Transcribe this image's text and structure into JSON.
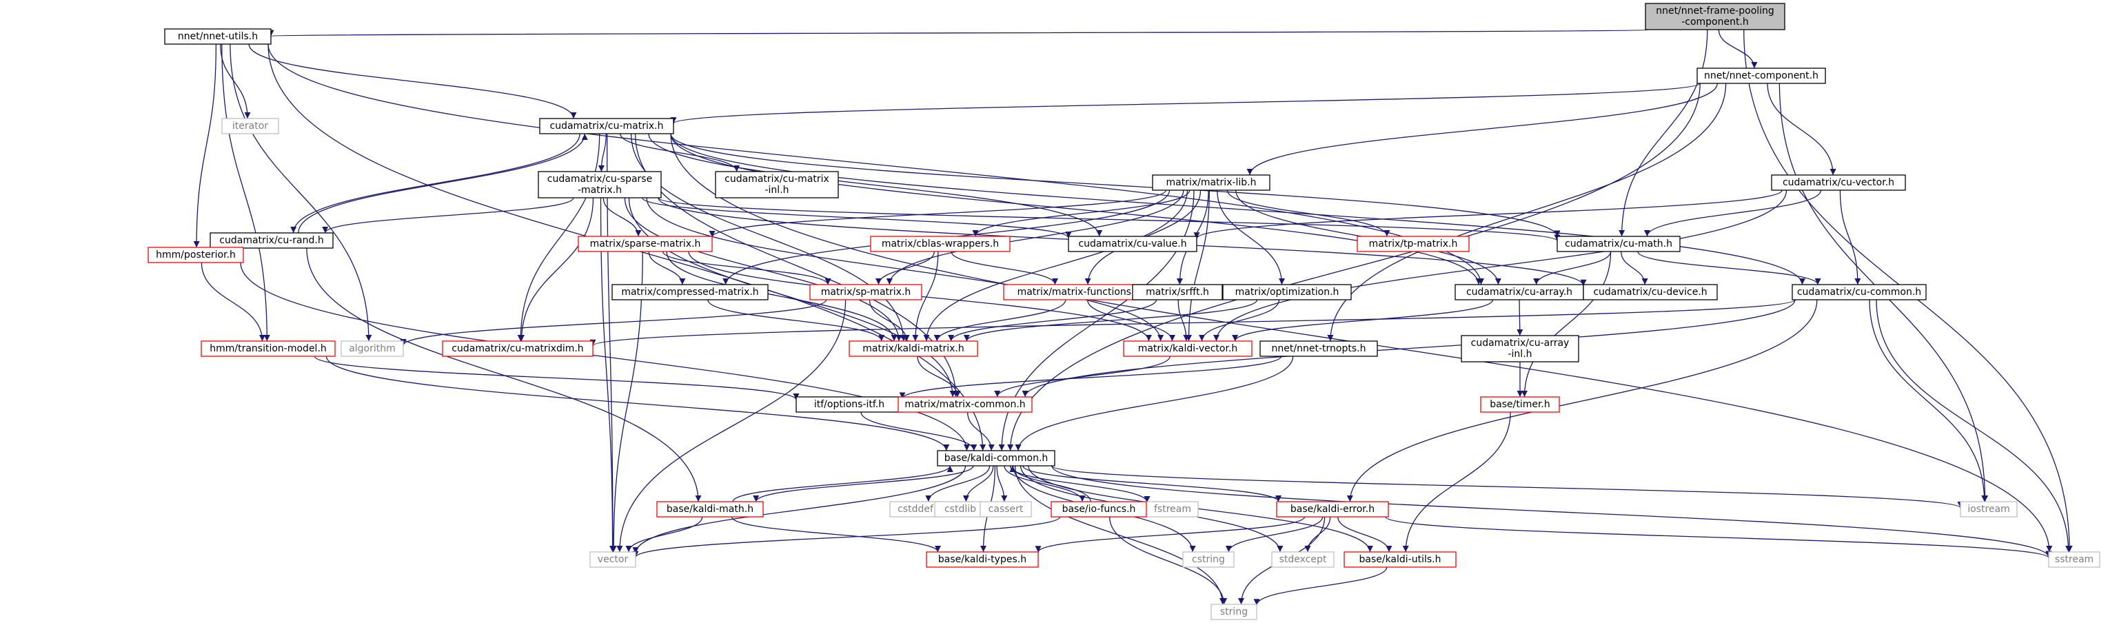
{
  "diagram": {
    "colors": {
      "edge": "#191970",
      "root_fill": "#bfbfbf",
      "root_border": "#000000",
      "plain_border": "#000000",
      "incomplete_border": "#ff0000",
      "system_border": "#bfbfbf",
      "system_text": "#7f7f7f",
      "node_fill": "#ffffff"
    },
    "nodes": [
      {
        "id": "root",
        "lines": [
          "nnet/nnet-frame-pooling",
          "-component.h"
        ],
        "style": "root"
      },
      {
        "id": "nnet_utils",
        "lines": [
          "nnet/nnet-utils.h"
        ],
        "style": "plain"
      },
      {
        "id": "nnet_component",
        "lines": [
          "nnet/nnet-component.h"
        ],
        "style": "plain"
      },
      {
        "id": "iterator",
        "lines": [
          "iterator"
        ],
        "style": "system"
      },
      {
        "id": "cu_matrix",
        "lines": [
          "cudamatrix/cu-matrix.h"
        ],
        "style": "plain"
      },
      {
        "id": "cu_sparse",
        "lines": [
          "cudamatrix/cu-sparse",
          "-matrix.h"
        ],
        "style": "plain"
      },
      {
        "id": "cu_matrix_inl",
        "lines": [
          "cudamatrix/cu-matrix",
          "-inl.h"
        ],
        "style": "plain"
      },
      {
        "id": "matrix_lib",
        "lines": [
          "matrix/matrix-lib.h"
        ],
        "style": "plain"
      },
      {
        "id": "cu_vector",
        "lines": [
          "cudamatrix/cu-vector.h"
        ],
        "style": "plain"
      },
      {
        "id": "cu_rand",
        "lines": [
          "cudamatrix/cu-rand.h"
        ],
        "style": "plain"
      },
      {
        "id": "sparse_matrix",
        "lines": [
          "matrix/sparse-matrix.h"
        ],
        "style": "incomplete"
      },
      {
        "id": "cblas",
        "lines": [
          "matrix/cblas-wrappers.h"
        ],
        "style": "incomplete"
      },
      {
        "id": "cu_value",
        "lines": [
          "cudamatrix/cu-value.h"
        ],
        "style": "plain"
      },
      {
        "id": "tp_matrix",
        "lines": [
          "matrix/tp-matrix.h"
        ],
        "style": "incomplete"
      },
      {
        "id": "cu_math",
        "lines": [
          "cudamatrix/cu-math.h"
        ],
        "style": "plain"
      },
      {
        "id": "hmm_posterior",
        "lines": [
          "hmm/posterior.h"
        ],
        "style": "incomplete"
      },
      {
        "id": "compressed",
        "lines": [
          "matrix/compressed-matrix.h"
        ],
        "style": "plain"
      },
      {
        "id": "sp_matrix",
        "lines": [
          "matrix/sp-matrix.h"
        ],
        "style": "incomplete"
      },
      {
        "id": "matrix_functions",
        "lines": [
          "matrix/matrix-functions.h"
        ],
        "style": "incomplete"
      },
      {
        "id": "srfft",
        "lines": [
          "matrix/srfft.h"
        ],
        "style": "plain"
      },
      {
        "id": "optimization",
        "lines": [
          "matrix/optimization.h"
        ],
        "style": "plain"
      },
      {
        "id": "cu_array",
        "lines": [
          "cudamatrix/cu-array.h"
        ],
        "style": "plain"
      },
      {
        "id": "cu_device",
        "lines": [
          "cudamatrix/cu-device.h"
        ],
        "style": "plain"
      },
      {
        "id": "cu_common",
        "lines": [
          "cudamatrix/cu-common.h"
        ],
        "style": "plain"
      },
      {
        "id": "transition_model",
        "lines": [
          "hmm/transition-model.h"
        ],
        "style": "incomplete"
      },
      {
        "id": "algorithm",
        "lines": [
          "algorithm"
        ],
        "style": "system"
      },
      {
        "id": "cu_matrixdim",
        "lines": [
          "cudamatrix/cu-matrixdim.h"
        ],
        "style": "incomplete"
      },
      {
        "id": "kaldi_matrix",
        "lines": [
          "matrix/kaldi-matrix.h"
        ],
        "style": "incomplete"
      },
      {
        "id": "kaldi_vector",
        "lines": [
          "matrix/kaldi-vector.h"
        ],
        "style": "incomplete"
      },
      {
        "id": "nnet_trnopts",
        "lines": [
          "nnet/nnet-trnopts.h"
        ],
        "style": "plain"
      },
      {
        "id": "cu_array_inl",
        "lines": [
          "cudamatrix/cu-array",
          "-inl.h"
        ],
        "style": "plain"
      },
      {
        "id": "itf_options",
        "lines": [
          "itf/options-itf.h"
        ],
        "style": "plain"
      },
      {
        "id": "matrix_common",
        "lines": [
          "matrix/matrix-common.h"
        ],
        "style": "incomplete"
      },
      {
        "id": "timer",
        "lines": [
          "base/timer.h"
        ],
        "style": "incomplete"
      },
      {
        "id": "kaldi_common",
        "lines": [
          "base/kaldi-common.h"
        ],
        "style": "plain"
      },
      {
        "id": "kaldi_math",
        "lines": [
          "base/kaldi-math.h"
        ],
        "style": "incomplete"
      },
      {
        "id": "cstddef",
        "lines": [
          "cstddef"
        ],
        "style": "system"
      },
      {
        "id": "cstdlib",
        "lines": [
          "cstdlib"
        ],
        "style": "system"
      },
      {
        "id": "cassert",
        "lines": [
          "cassert"
        ],
        "style": "system"
      },
      {
        "id": "io_funcs",
        "lines": [
          "base/io-funcs.h"
        ],
        "style": "incomplete"
      },
      {
        "id": "fstream",
        "lines": [
          "fstream"
        ],
        "style": "system"
      },
      {
        "id": "kaldi_error",
        "lines": [
          "base/kaldi-error.h"
        ],
        "style": "incomplete"
      },
      {
        "id": "iostream",
        "lines": [
          "iostream"
        ],
        "style": "system"
      },
      {
        "id": "vector",
        "lines": [
          "vector"
        ],
        "style": "system"
      },
      {
        "id": "kaldi_types",
        "lines": [
          "base/kaldi-types.h"
        ],
        "style": "incomplete"
      },
      {
        "id": "cstring",
        "lines": [
          "cstring"
        ],
        "style": "system"
      },
      {
        "id": "stdexcept",
        "lines": [
          "stdexcept"
        ],
        "style": "system"
      },
      {
        "id": "kaldi_utils",
        "lines": [
          "base/kaldi-utils.h"
        ],
        "style": "incomplete"
      },
      {
        "id": "sstream",
        "lines": [
          "sstream"
        ],
        "style": "system"
      },
      {
        "id": "string",
        "lines": [
          "string"
        ],
        "style": "system"
      }
    ],
    "edges": [
      [
        "root",
        "nnet_utils"
      ],
      [
        "root",
        "nnet_component"
      ],
      [
        "root",
        "cu_math"
      ],
      [
        "root",
        "sstream"
      ],
      [
        "nnet_utils",
        "iterator"
      ],
      [
        "nnet_utils",
        "cu_matrix"
      ],
      [
        "nnet_utils",
        "hmm_posterior"
      ],
      [
        "nnet_utils",
        "transition_model"
      ],
      [
        "nnet_utils",
        "algorithm"
      ],
      [
        "nnet_utils",
        "kaldi_common"
      ],
      [
        "nnet_utils",
        "cu_array"
      ],
      [
        "nnet_component",
        "cu_matrix"
      ],
      [
        "nnet_component",
        "matrix_lib"
      ],
      [
        "nnet_component",
        "cu_vector"
      ],
      [
        "nnet_component",
        "nnet_trnopts"
      ],
      [
        "nnet_component",
        "kaldi_common"
      ],
      [
        "nnet_component",
        "iostream"
      ],
      [
        "cu_matrix",
        "cu_sparse"
      ],
      [
        "cu_matrix",
        "cu_matrix_inl"
      ],
      [
        "cu_matrix",
        "cu_rand"
      ],
      [
        "cu_matrix",
        "cu_value"
      ],
      [
        "cu_matrix",
        "cu_math"
      ],
      [
        "cu_matrix",
        "cu_common"
      ],
      [
        "cu_matrix",
        "cu_matrixdim"
      ],
      [
        "cu_matrix",
        "kaldi_matrix"
      ],
      [
        "cu_matrix",
        "matrix_common"
      ],
      [
        "cu_matrix",
        "vector"
      ],
      [
        "cu_matrix",
        "sstream"
      ],
      [
        "cu_matrix",
        "cu_array"
      ],
      [
        "cu_sparse",
        "cu_rand"
      ],
      [
        "cu_sparse",
        "sparse_matrix"
      ],
      [
        "cu_sparse",
        "cu_value"
      ],
      [
        "cu_sparse",
        "cu_math"
      ],
      [
        "cu_sparse",
        "cu_matrixdim"
      ],
      [
        "cu_sparse",
        "kaldi_matrix"
      ],
      [
        "cu_sparse",
        "matrix_common"
      ],
      [
        "cu_sparse",
        "kaldi_vector"
      ],
      [
        "cu_sparse",
        "vector"
      ],
      [
        "cu_sparse",
        "cu_device"
      ],
      [
        "cu_rand",
        "cu_matrix"
      ],
      [
        "cu_rand",
        "kaldi_math"
      ],
      [
        "matrix_lib",
        "sparse_matrix"
      ],
      [
        "matrix_lib",
        "cblas"
      ],
      [
        "matrix_lib",
        "tp_matrix"
      ],
      [
        "matrix_lib",
        "compressed"
      ],
      [
        "matrix_lib",
        "sp_matrix"
      ],
      [
        "matrix_lib",
        "matrix_functions"
      ],
      [
        "matrix_lib",
        "srfft"
      ],
      [
        "matrix_lib",
        "optimization"
      ],
      [
        "matrix_lib",
        "kaldi_matrix"
      ],
      [
        "matrix_lib",
        "kaldi_vector"
      ],
      [
        "matrix_lib",
        "kaldi_common"
      ],
      [
        "matrix_lib",
        "cu_array"
      ],
      [
        "cu_vector",
        "cu_value"
      ],
      [
        "cu_vector",
        "cu_math"
      ],
      [
        "cu_vector",
        "cu_common"
      ],
      [
        "cu_vector",
        "kaldi_vector"
      ],
      [
        "sparse_matrix",
        "compressed"
      ],
      [
        "sparse_matrix",
        "sp_matrix"
      ],
      [
        "sparse_matrix",
        "kaldi_matrix"
      ],
      [
        "sparse_matrix",
        "kaldi_vector"
      ],
      [
        "sparse_matrix",
        "vector"
      ],
      [
        "cblas",
        "sp_matrix"
      ],
      [
        "cblas",
        "matrix_functions"
      ],
      [
        "cblas",
        "kaldi_matrix"
      ],
      [
        "cu_math",
        "cu_array"
      ],
      [
        "cu_math",
        "cu_device"
      ],
      [
        "cu_math",
        "cu_common"
      ],
      [
        "cu_math",
        "timer"
      ],
      [
        "hmm_posterior",
        "transition_model"
      ],
      [
        "hmm_posterior",
        "kaldi_common"
      ],
      [
        "compressed",
        "kaldi_matrix"
      ],
      [
        "sp_matrix",
        "kaldi_matrix"
      ],
      [
        "sp_matrix",
        "algorithm"
      ],
      [
        "sp_matrix",
        "vector"
      ],
      [
        "matrix_functions",
        "kaldi_matrix"
      ],
      [
        "matrix_functions",
        "kaldi_vector"
      ],
      [
        "srfft",
        "kaldi_matrix"
      ],
      [
        "srfft",
        "kaldi_vector"
      ],
      [
        "optimization",
        "kaldi_matrix"
      ],
      [
        "optimization",
        "kaldi_vector"
      ],
      [
        "cu_array",
        "cu_array_inl"
      ],
      [
        "cu_array",
        "kaldi_vector"
      ],
      [
        "cu_common",
        "cu_matrixdim"
      ],
      [
        "cu_common",
        "kaldi_error"
      ],
      [
        "cu_common",
        "iostream"
      ],
      [
        "cu_common",
        "sstream"
      ],
      [
        "cu_common",
        "matrix_common"
      ],
      [
        "transition_model",
        "itf_options"
      ],
      [
        "transition_model",
        "kaldi_common"
      ],
      [
        "kaldi_matrix",
        "matrix_common"
      ],
      [
        "kaldi_vector",
        "matrix_common"
      ],
      [
        "nnet_trnopts",
        "itf_options"
      ],
      [
        "nnet_trnopts",
        "kaldi_common"
      ],
      [
        "cu_array_inl",
        "timer"
      ],
      [
        "itf_options",
        "kaldi_common"
      ],
      [
        "matrix_common",
        "kaldi_common"
      ],
      [
        "timer",
        "kaldi_utils"
      ],
      [
        "kaldi_common",
        "kaldi_math"
      ],
      [
        "kaldi_common",
        "cstddef"
      ],
      [
        "kaldi_common",
        "cstdlib"
      ],
      [
        "kaldi_common",
        "cassert"
      ],
      [
        "kaldi_common",
        "io_funcs"
      ],
      [
        "kaldi_common",
        "fstream"
      ],
      [
        "kaldi_common",
        "kaldi_error"
      ],
      [
        "kaldi_common",
        "iostream"
      ],
      [
        "kaldi_common",
        "vector"
      ],
      [
        "kaldi_common",
        "kaldi_types"
      ],
      [
        "kaldi_common",
        "cstring"
      ],
      [
        "kaldi_common",
        "stdexcept"
      ],
      [
        "kaldi_common",
        "kaldi_utils"
      ],
      [
        "kaldi_common",
        "sstream"
      ],
      [
        "kaldi_common",
        "string"
      ],
      [
        "kaldi_math",
        "kaldi_common"
      ],
      [
        "kaldi_math",
        "vector"
      ],
      [
        "kaldi_math",
        "kaldi_types"
      ],
      [
        "io_funcs",
        "kaldi_common"
      ],
      [
        "io_funcs",
        "vector"
      ],
      [
        "io_funcs",
        "string"
      ],
      [
        "kaldi_error",
        "kaldi_types"
      ],
      [
        "kaldi_error",
        "cstring"
      ],
      [
        "kaldi_error",
        "stdexcept"
      ],
      [
        "kaldi_error",
        "kaldi_utils"
      ],
      [
        "kaldi_error",
        "sstream"
      ],
      [
        "kaldi_error",
        "string"
      ],
      [
        "kaldi_utils",
        "string"
      ]
    ]
  }
}
